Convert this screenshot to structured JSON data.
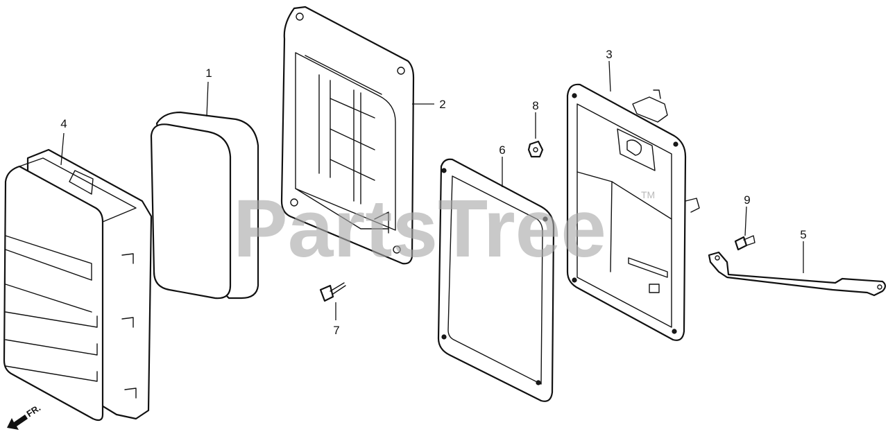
{
  "watermark": {
    "text": "PartsTree",
    "mark": "TM"
  },
  "direction_marker": {
    "label": "FR.",
    "icon": "arrow-down-left-icon"
  },
  "callouts": [
    {
      "id": "c1",
      "label": "1"
    },
    {
      "id": "c2",
      "label": "2"
    },
    {
      "id": "c3",
      "label": "3"
    },
    {
      "id": "c4",
      "label": "4"
    },
    {
      "id": "c5",
      "label": "5"
    },
    {
      "id": "c6",
      "label": "6"
    },
    {
      "id": "c7",
      "label": "7"
    },
    {
      "id": "c8",
      "label": "8"
    },
    {
      "id": "c9",
      "label": "9"
    }
  ]
}
